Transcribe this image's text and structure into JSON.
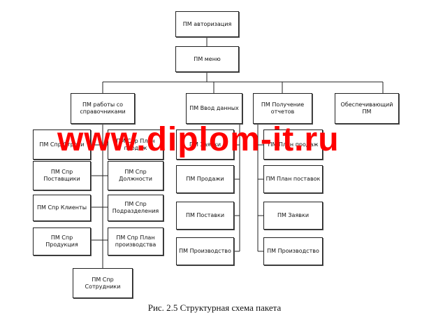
{
  "nodes": {
    "auth": "ПМ авторизация",
    "menu": "ПМ меню",
    "refs": "ПМ работы со справочниками",
    "input": "ПМ Ввод данных",
    "reports": "ПМ Получение отчетов",
    "support": "Обеспечивающий ПМ",
    "spr_stroki": "ПМ Спр Строки",
    "spr_plan_prodazh": "ПМ Спр План продаж",
    "spr_postavshchiki": "ПМ Спр Поставщики",
    "spr_dolzhnosti": "ПМ Спр Должности",
    "spr_klienty": "ПМ Спр Клиенты",
    "spr_podrazdeleniya": "ПМ Спр Подразделения",
    "spr_produktsiya": "ПМ Спр Продукция",
    "spr_plan_proizvodstva": "ПМ Спр План производства",
    "spr_sotrudniki": "ПМ Спр Сотрудники",
    "in_zayavki": "ПМ Заявки",
    "in_prodazhi": "ПМ Продажи",
    "in_postavki": "ПМ Поставки",
    "in_proizvodstvo": "ПМ Производство",
    "rep_plan_prodazh": "ПМ План продаж",
    "rep_plan_postavok": "ПМ План поставок",
    "rep_zayavki": "ПМ Заявки",
    "rep_proizvodstvo": "ПМ Производство"
  },
  "watermark": "www.diplom-it.ru",
  "caption": "Рис. 2.5 Структурная схема пакета",
  "colors": {
    "watermark": "#ff0000",
    "line": "#222222"
  }
}
